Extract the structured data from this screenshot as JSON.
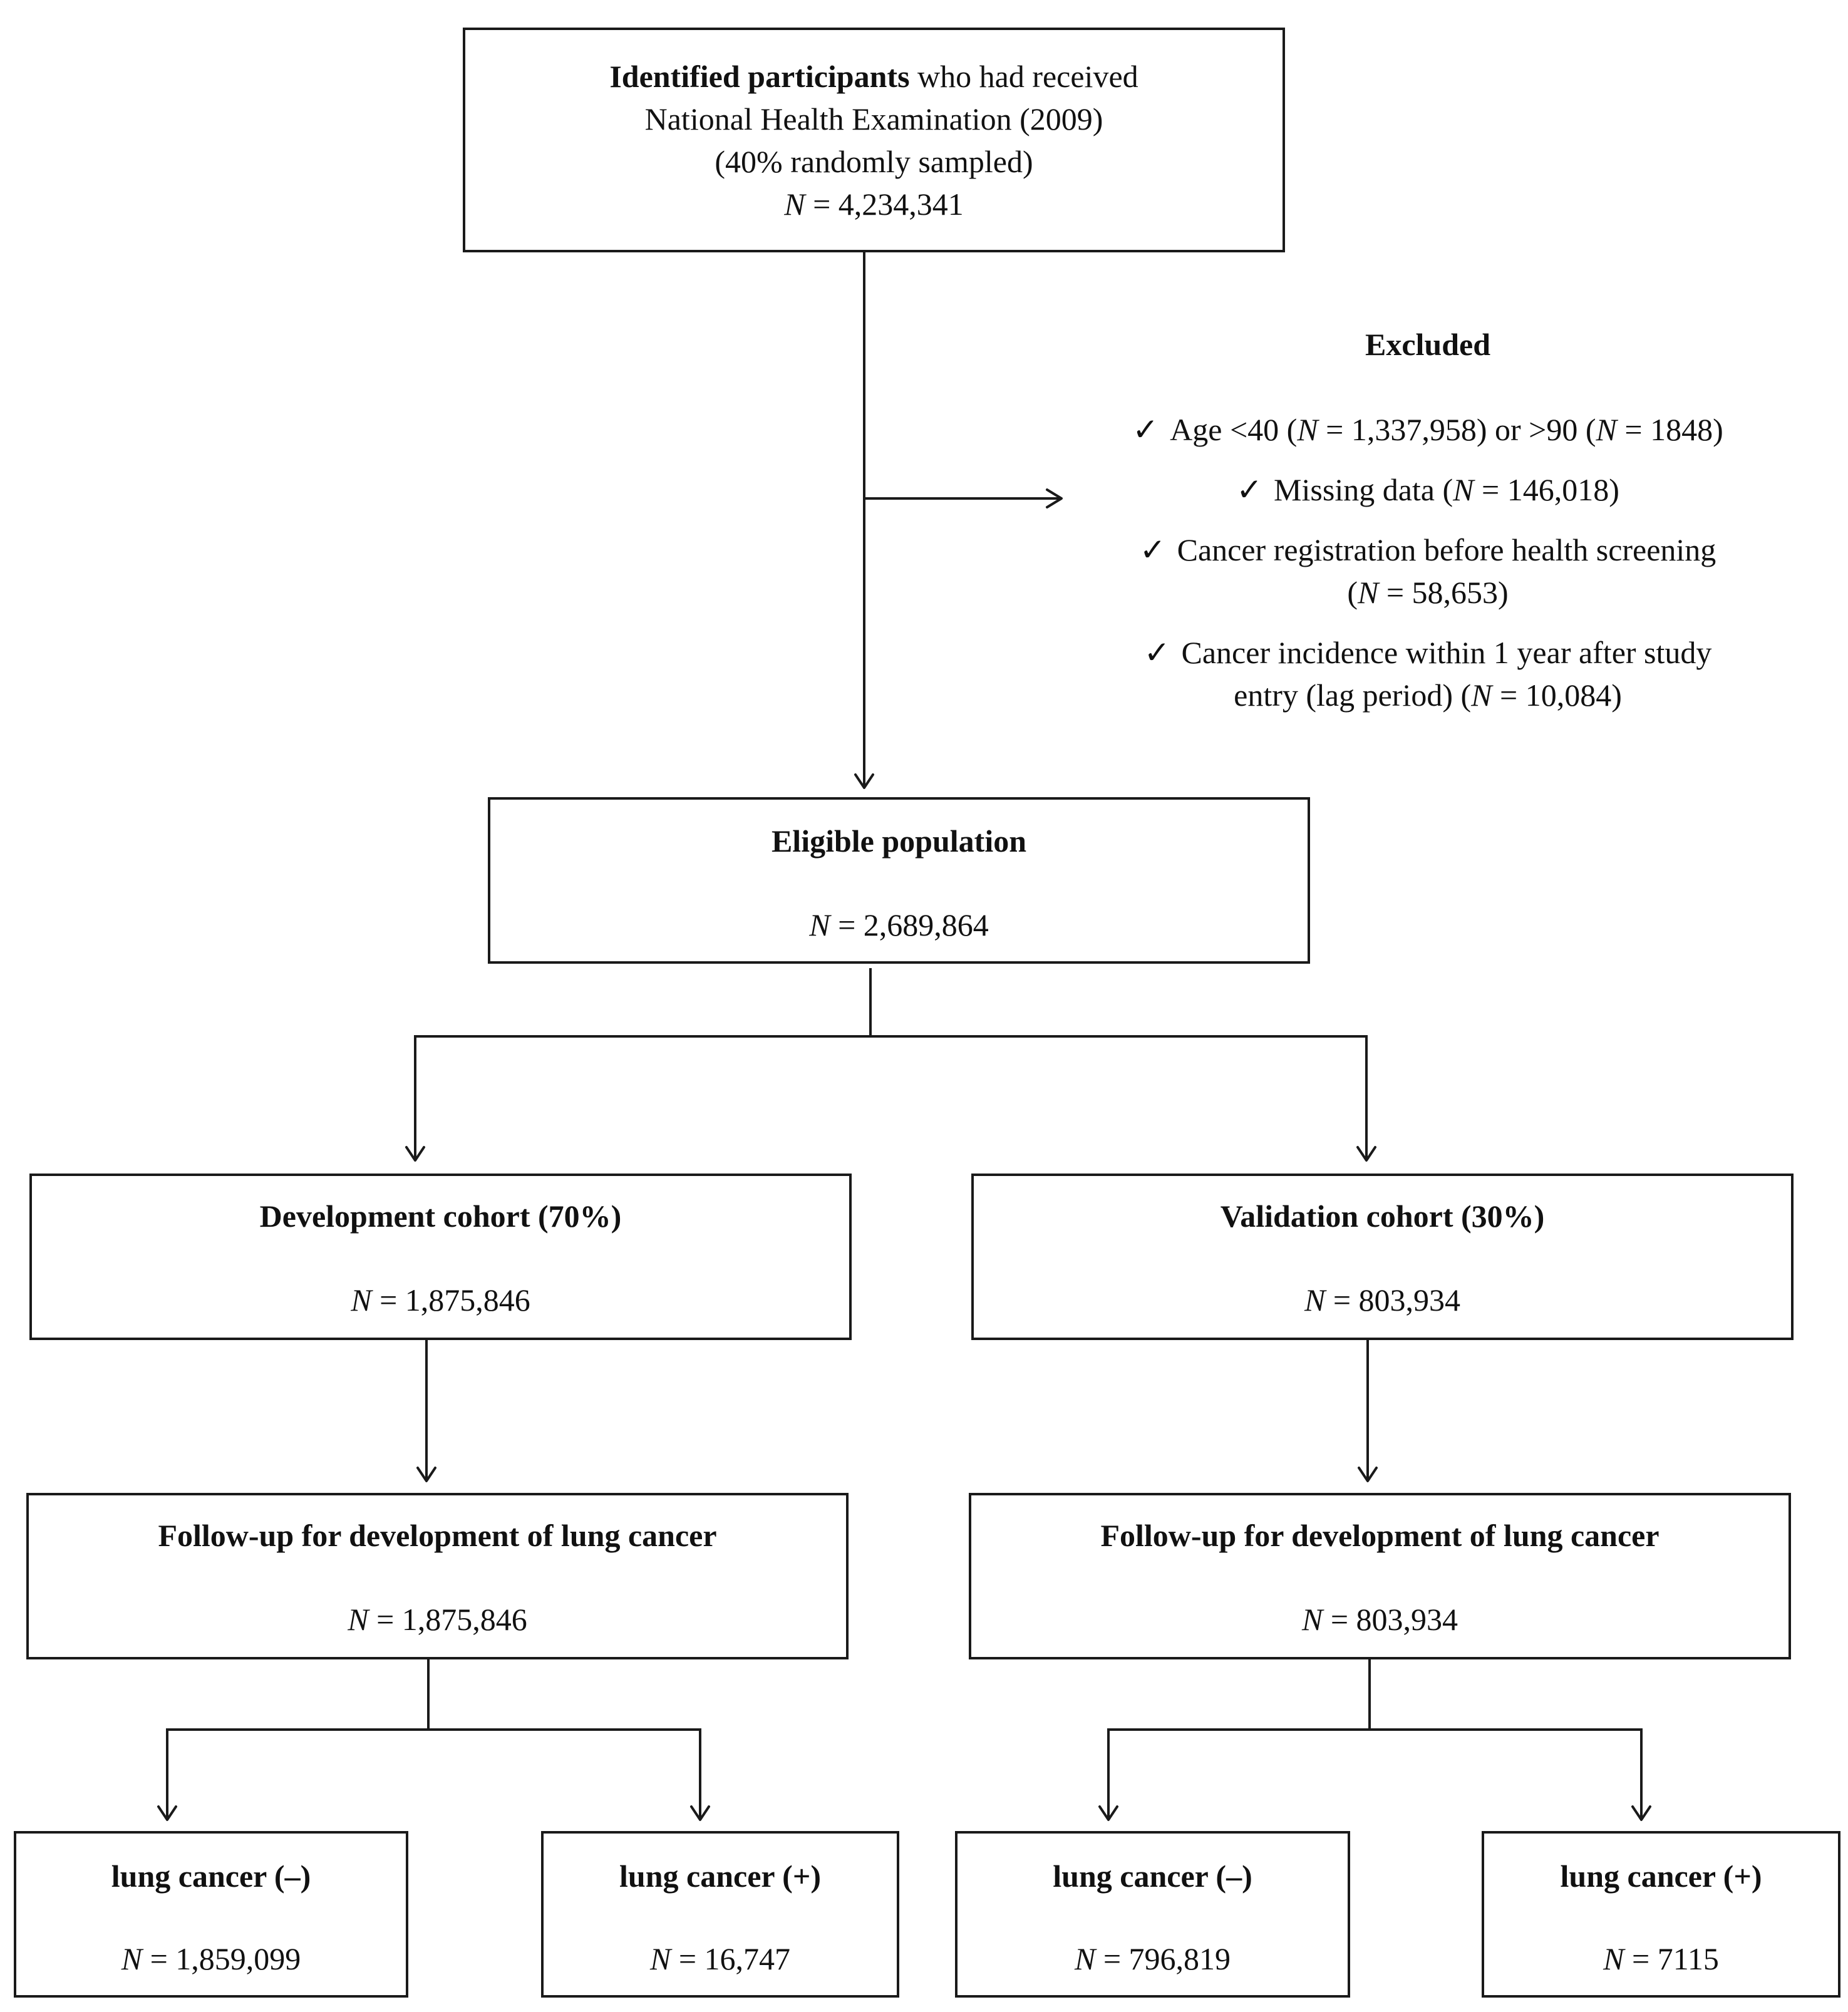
{
  "n_symbol": "N",
  "n_sep": " = ",
  "top": {
    "bold": "Identified participants",
    "rest": " who had received",
    "line2": "National Health Examination (2009)",
    "line3": "(40% randomly sampled)",
    "n": "4,234,341"
  },
  "excluded": {
    "title": "Excluded",
    "check": "✓",
    "c1_pre": "Age <40 (",
    "c1_n1": "1,337,958",
    "c1_mid": ") or  >90 (",
    "c1_n2": "1848",
    "c1_post": ")",
    "c2_pre": "Missing data (",
    "c2_n": "146,018",
    "c2_post": ")",
    "c3_line1": "Cancer registration before health screening",
    "c3_n": "58,653",
    "c4_line1": "Cancer incidence within 1 year after study",
    "c4_pre": "entry (lag period) (",
    "c4_n": "10,084",
    "c4_post": ")"
  },
  "eligible": {
    "title": "Eligible population",
    "n": "2,689,864"
  },
  "development": {
    "title": "Development cohort (70%)",
    "n": "1,875,846"
  },
  "validation": {
    "title": "Validation cohort (30%)",
    "n": "803,934"
  },
  "followup_dev": {
    "title": "Follow-up for development of lung cancer",
    "n": "1,875,846"
  },
  "followup_val": {
    "title": "Follow-up for development of lung cancer",
    "n": "803,934"
  },
  "dev_neg": {
    "title": "lung cancer (–)",
    "n": "1,859,099"
  },
  "dev_pos": {
    "title": "lung cancer (+)",
    "n": "16,747"
  },
  "val_neg": {
    "title": "lung cancer (–)",
    "n": "796,819"
  },
  "val_pos": {
    "title": "lung cancer (+)",
    "n": "7115"
  }
}
